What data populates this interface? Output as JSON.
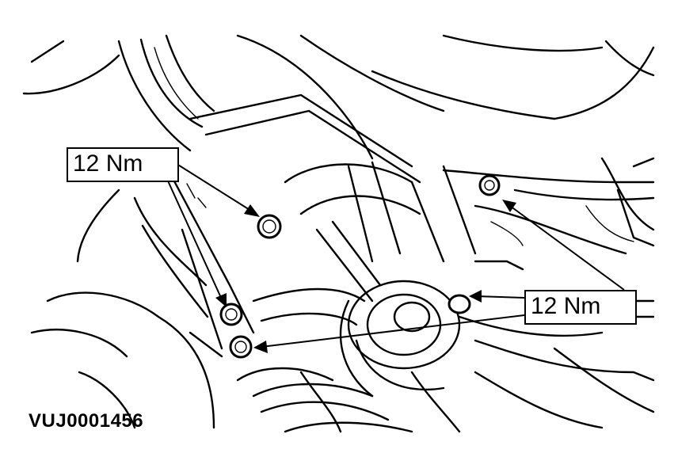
{
  "labels": {
    "torque_left": "12 Nm",
    "torque_right": "12 Nm"
  },
  "figure_id": "VUJ0001456"
}
